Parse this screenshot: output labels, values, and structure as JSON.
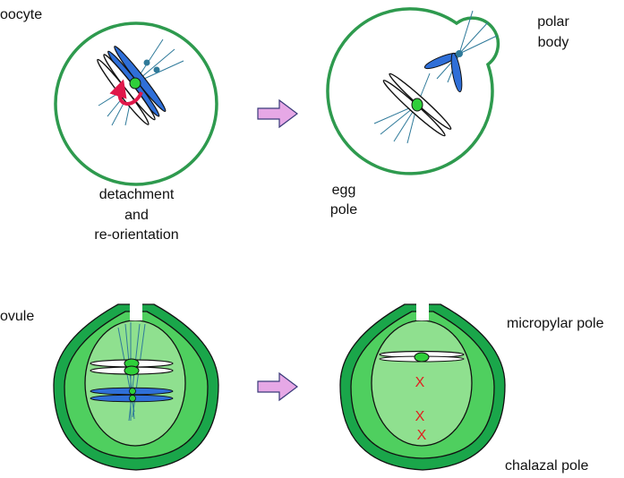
{
  "labels": {
    "oocyte": "oocyte",
    "detachment": "detachment",
    "and": "and",
    "reorientation": "re-orientation",
    "egg": "egg",
    "pole": "pole",
    "polar": "polar",
    "body": "body",
    "ovule": "ovule",
    "micropylar_pole": "micropylar pole",
    "chalazal_pole": "chalazal pole"
  },
  "markers": [
    "X",
    "X",
    "X"
  ],
  "colors": {
    "cell_outline": "#2e9a4e",
    "ovule_dark": "#1aa64a",
    "ovule_mid": "#4fcf5f",
    "ovule_light": "#8fe08f",
    "chromosome_blue": "#2f6fd8",
    "centromere": "#2fcf3a",
    "spindle": "#2f7a9a",
    "rotation_arrow": "#e0184a",
    "arrow_fill": "#e6a8e6",
    "marker_red": "#e02020"
  }
}
